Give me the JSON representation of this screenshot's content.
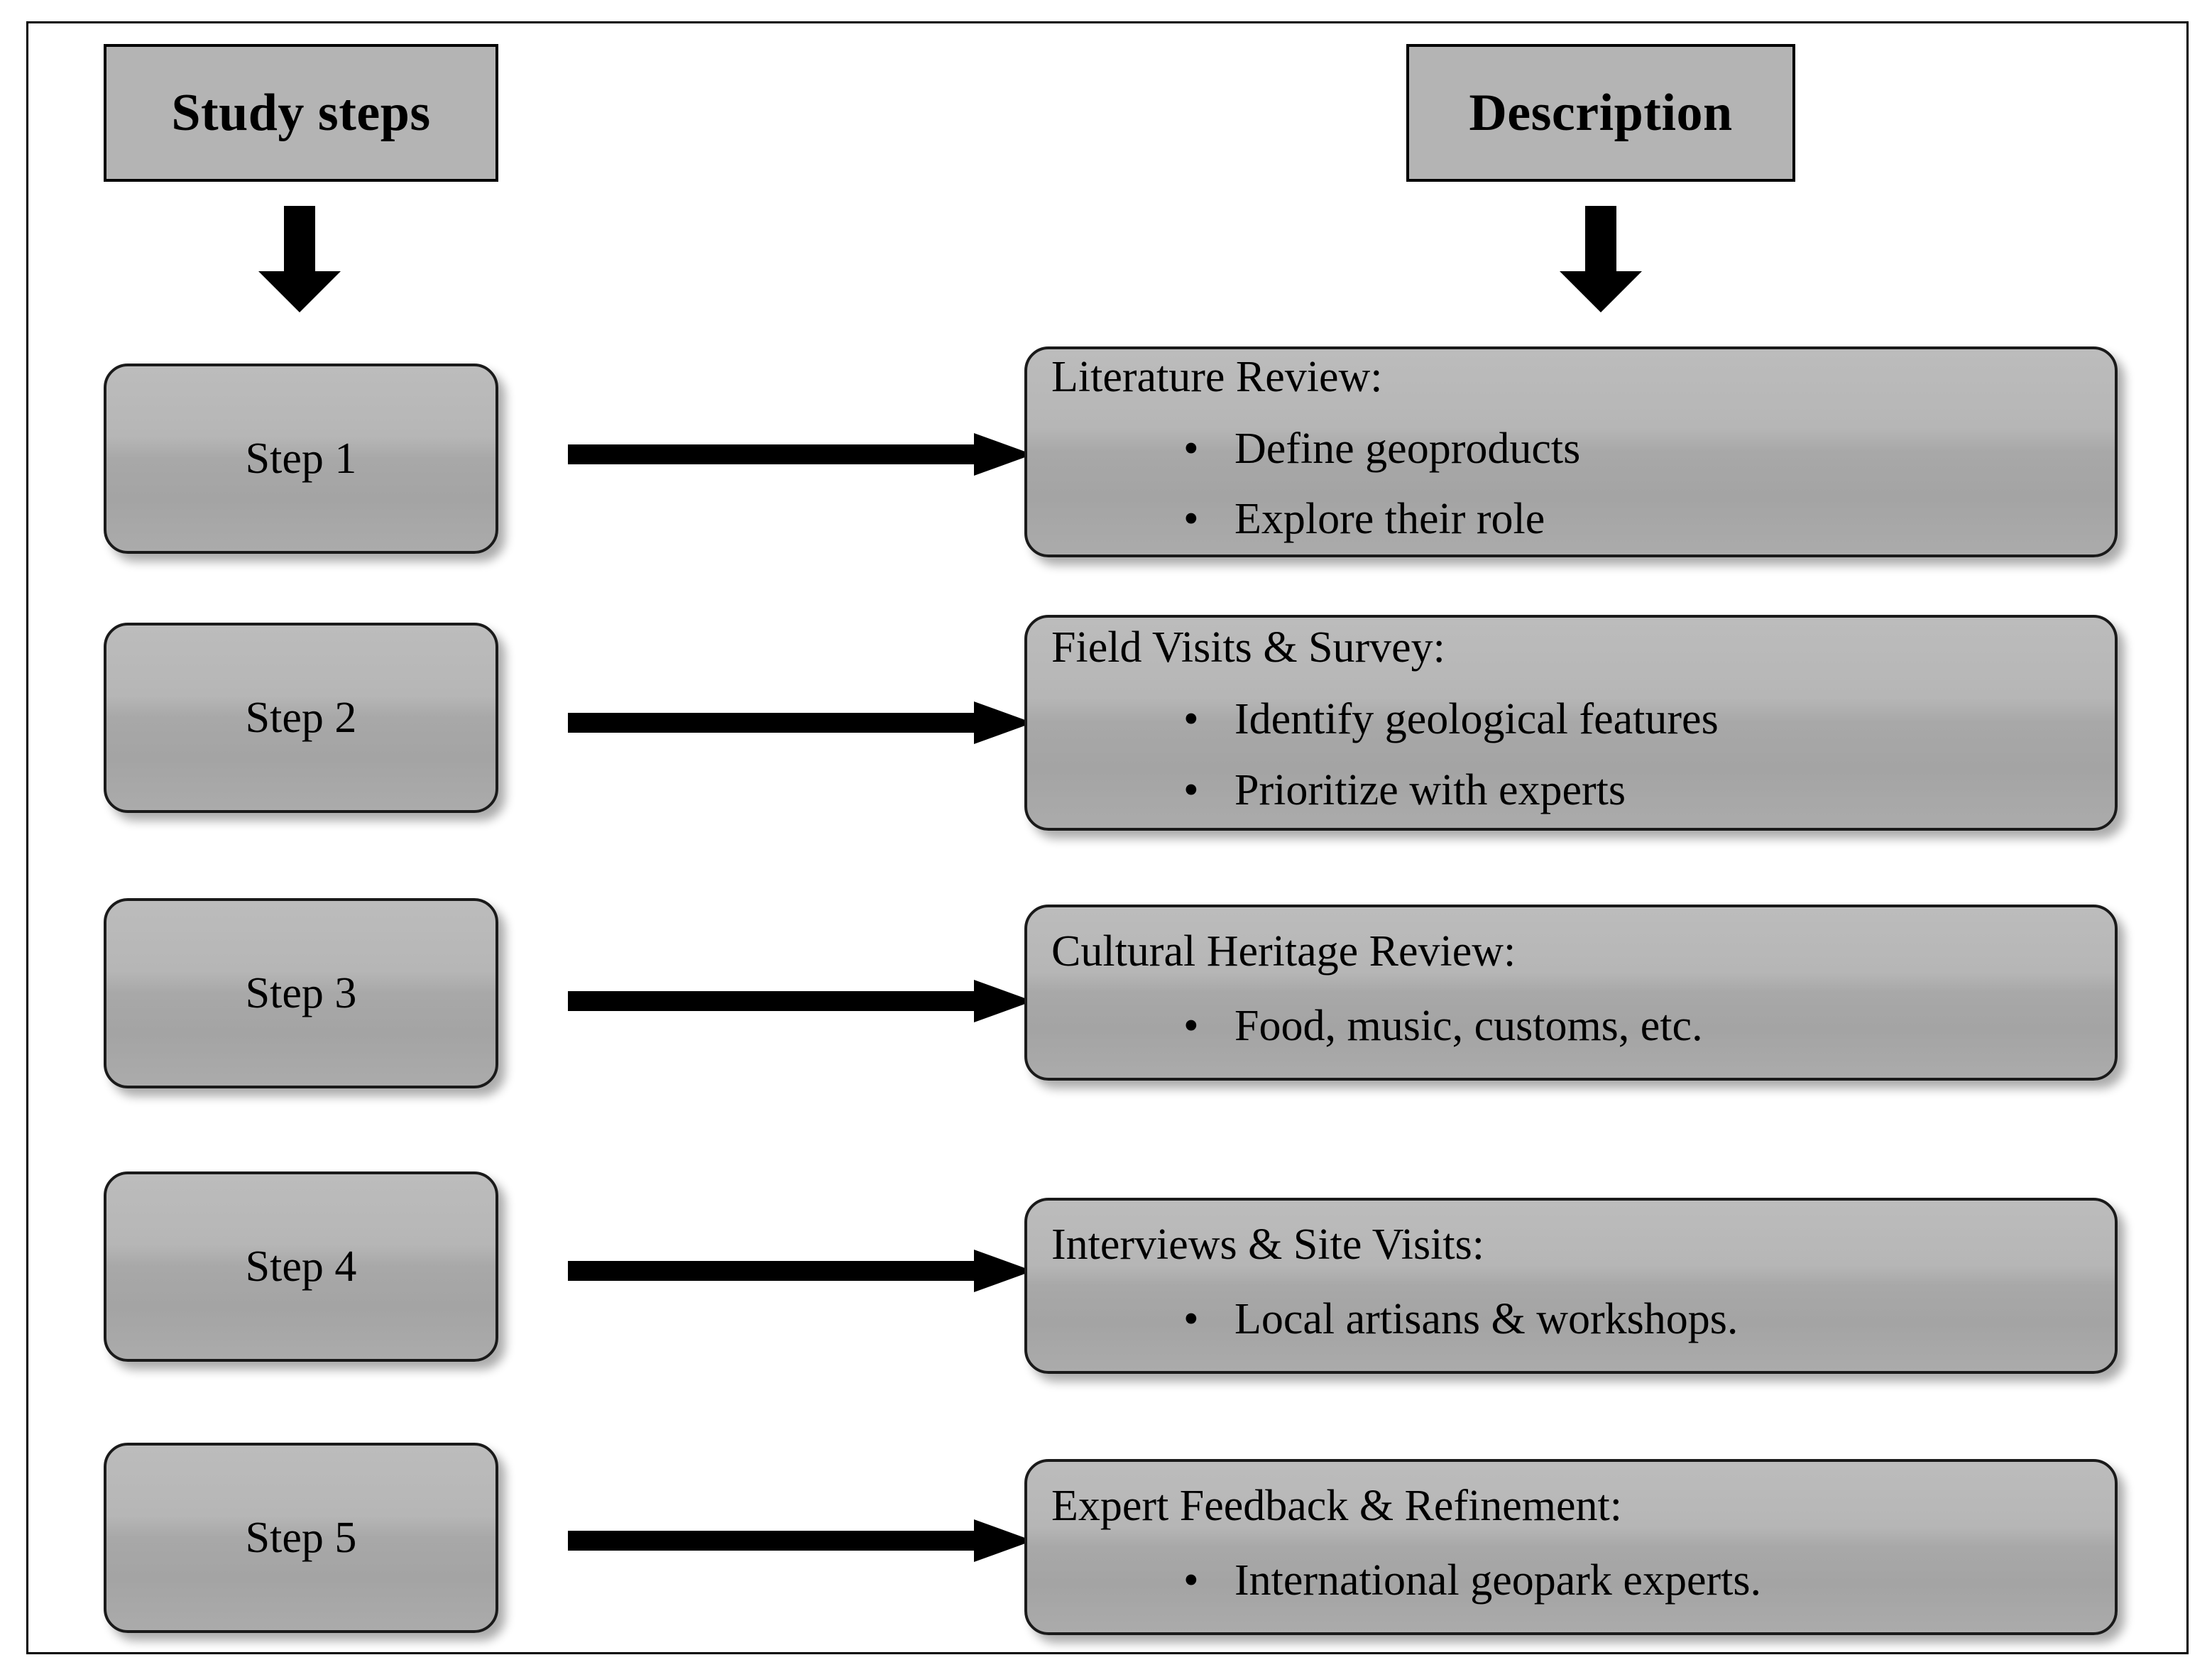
{
  "diagram": {
    "headers": {
      "steps": "Study steps",
      "description": "Description"
    },
    "rows": [
      {
        "step_label": "Step 1",
        "title": "Literature Review:",
        "bullets": [
          "Define geoproducts",
          "Explore their role"
        ]
      },
      {
        "step_label": "Step 2",
        "title": "Field Visits & Survey:",
        "bullets": [
          "Identify geological features",
          "Prioritize with experts"
        ]
      },
      {
        "step_label": "Step 3",
        "title": "Cultural Heritage Review:",
        "bullets": [
          "Food, music,  customs,  etc."
        ]
      },
      {
        "step_label": "Step 4",
        "title": "Interviews & Site Visits:",
        "bullets": [
          "Local artisans & workshops."
        ]
      },
      {
        "step_label": "Step 5",
        "title": "Expert Feedback & Refinement:",
        "bullets": [
          "International geopark experts."
        ]
      }
    ],
    "bullet_glyph": "•",
    "colors": {
      "header_fill": "#b4b4b4",
      "box_fill_top": "#bcbcbc",
      "box_fill_bottom": "#a8a8a8",
      "border": "#000000",
      "arrow": "#000000",
      "background": "#ffffff"
    }
  }
}
